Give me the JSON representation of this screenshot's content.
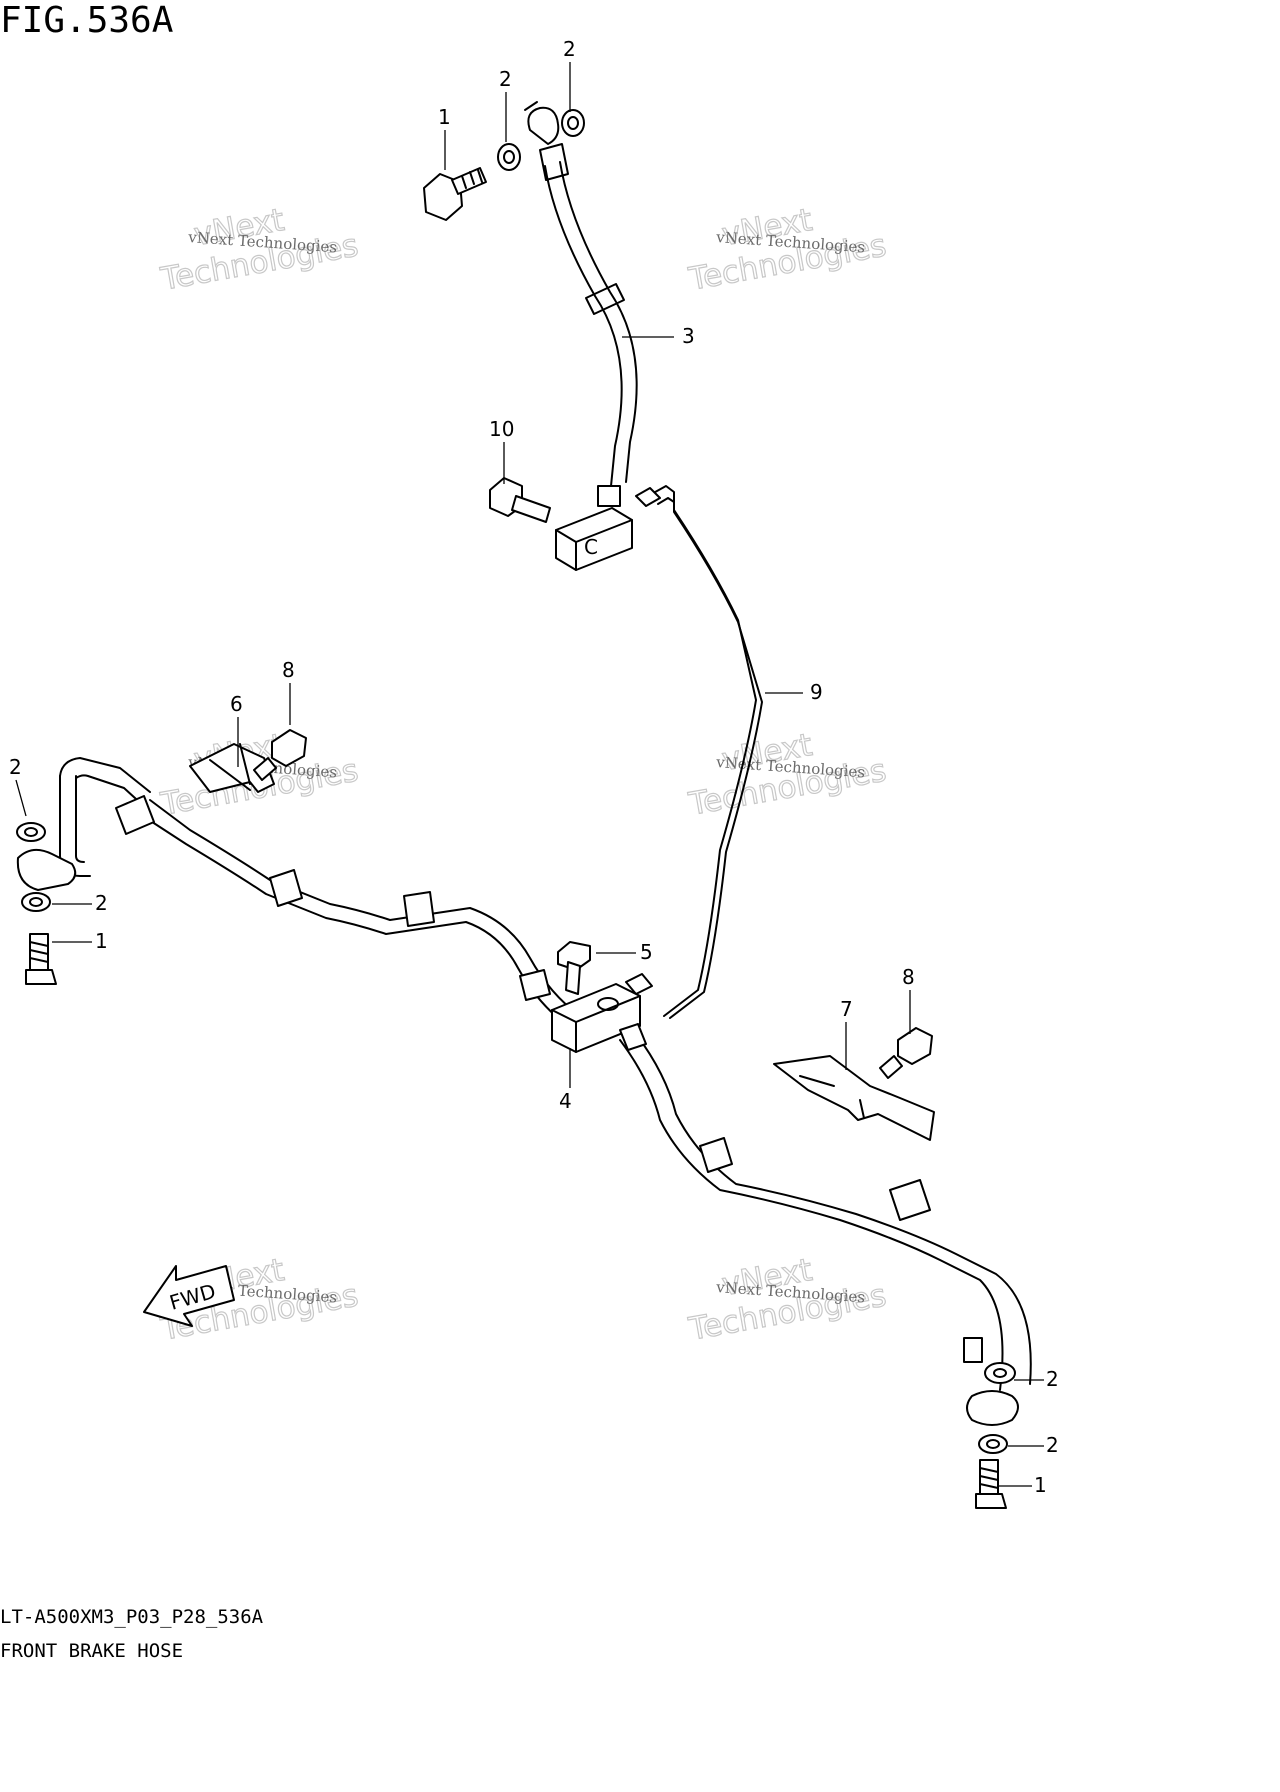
{
  "figure": {
    "title": "FIG.536A",
    "code": "LT-A500XM3_P03_P28_536A",
    "caption": "FRONT BRAKE HOSE"
  },
  "watermark": {
    "line_small": "vNext Technologies",
    "line_top": "vNext",
    "line_bottom": "Technologies"
  },
  "direction_marker": {
    "label": "FWD"
  },
  "callouts": {
    "c1_top": "1",
    "c2_top_a": "2",
    "c2_top_b": "2",
    "c3": "3",
    "c10": "10",
    "c9": "9",
    "c6": "6",
    "c8_left": "8",
    "c2_left_a": "2",
    "c2_left_b": "2",
    "c1_left": "1",
    "c5": "5",
    "c4": "4",
    "c7": "7",
    "c8_right": "8",
    "c2_right_a": "2",
    "c2_right_b": "2",
    "c1_right": "1"
  },
  "block_marks": {
    "upper_block": "C"
  }
}
